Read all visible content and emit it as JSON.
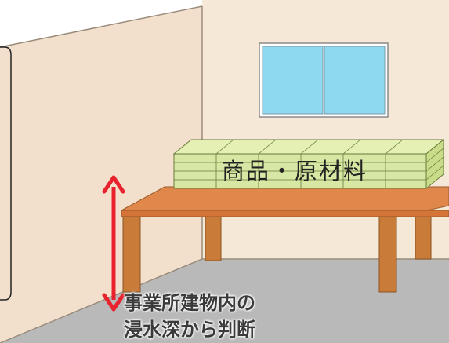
{
  "goods_label": "商品・原材料",
  "note": {
    "line1": "事業所建物内の",
    "line2": "浸水深から判断"
  },
  "colors": {
    "back_wall": "#f6e8d6",
    "left_wall": "#f5e3cf",
    "floor": "#b8b8b8",
    "table_top": "#e0884c",
    "table_leg": "#c97b3a",
    "goods": "#d7e8a4",
    "window": "#8ed8f0",
    "arrow": "#e8232e"
  }
}
